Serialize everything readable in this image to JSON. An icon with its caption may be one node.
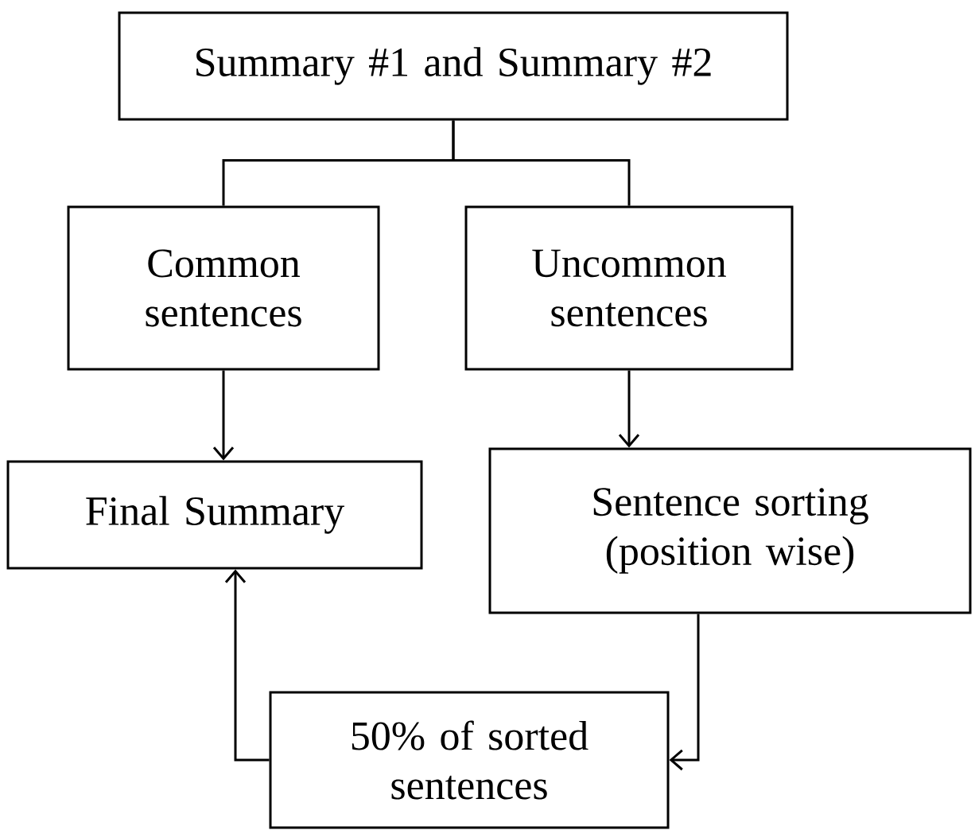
{
  "diagram": {
    "nodes": [
      {
        "text": [
          "Summary #1 and Summary #2"
        ]
      },
      {
        "text": [
          "Common sentences"
        ]
      },
      {
        "text": [
          "Uncommon sentences"
        ]
      },
      {
        "text": [
          "Final Summary"
        ]
      },
      {
        "text": [
          "Sentence sorting (position wise)"
        ]
      },
      {
        "text": [
          "50% of sorted sentences"
        ]
      }
    ],
    "edges": [
      {
        "from": 0,
        "to": 1,
        "arrow": "none"
      },
      {
        "from": 0,
        "to": 2,
        "arrow": "none"
      },
      {
        "from": 1,
        "to": 3,
        "arrow": "to"
      },
      {
        "from": 2,
        "to": 4,
        "arrow": "to"
      },
      {
        "from": 4,
        "to": 5,
        "arrow": "to"
      },
      {
        "from": 5,
        "to": 3,
        "arrow": "to"
      }
    ]
  }
}
